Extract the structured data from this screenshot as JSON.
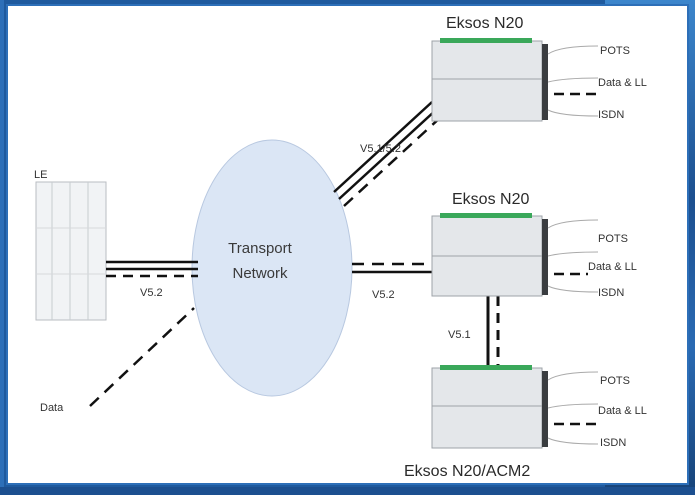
{
  "title_top": "Eksos N20",
  "title_mid": "Eksos N20",
  "title_bottom": "Eksos N20/ACM2",
  "le_label": "LE",
  "network_line1": "Transport",
  "network_line2": "Network",
  "link_le": "V5.2",
  "link_mid": "V5.2",
  "link_top": "V5.1/5.2",
  "link_vertical": "V5.1",
  "data_label": "Data",
  "ports": [
    "POTS",
    "Data & LL",
    "ISDN"
  ],
  "colors": {
    "frame": "#2d6fb8",
    "network_fill": "#dbe6f5",
    "device_stripe": "#3aa85a"
  }
}
